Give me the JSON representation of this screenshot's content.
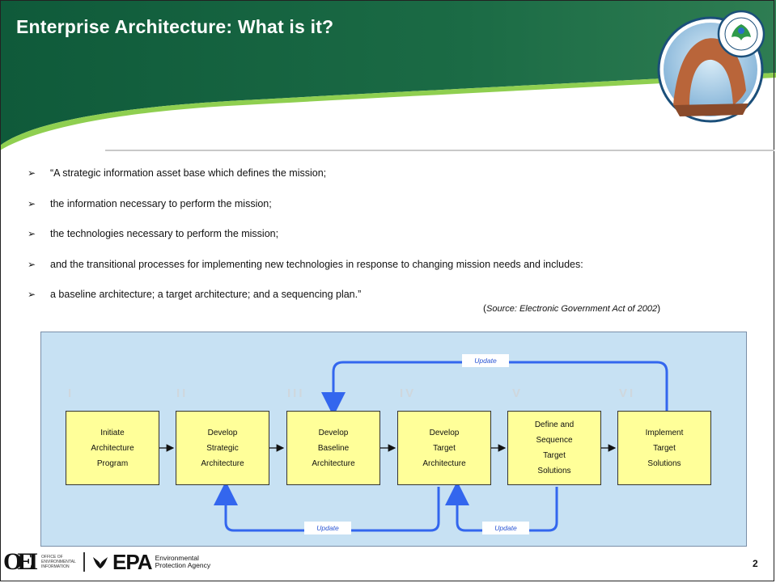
{
  "slide": {
    "title": "Enterprise Architecture: What is it?",
    "page_number": "2"
  },
  "bullets": [
    "“A strategic information asset base which defines the mission;",
    "the information necessary to perform the mission;",
    "the technologies necessary to perform the mission;",
    "and the transitional processes for implementing new technologies in response to changing mission needs and includes:",
    "a baseline architecture; a target architecture; and a sequencing plan.”"
  ],
  "bullet_glyph": "➢",
  "source": {
    "open": "(",
    "text": "Source:  Electronic Government Act of 2002",
    "close": ")"
  },
  "diagram": {
    "phases": [
      {
        "numeral": "I",
        "label": "Initiate\nArchitecture\nProgram"
      },
      {
        "numeral": "II",
        "label": "Develop\nStrategic\nArchitecture"
      },
      {
        "numeral": "III",
        "label": "Develop\nBaseline\nArchitecture"
      },
      {
        "numeral": "IV",
        "label": "Develop\nTarget\nArchitecture"
      },
      {
        "numeral": "V",
        "label": "Define and\nSequence\nTarget\nSolutions"
      },
      {
        "numeral": "VI",
        "label": "Implement\nTarget\nSolutions"
      }
    ],
    "update_label": "Update",
    "colors": {
      "panel": "#c7e1f3",
      "box": "#ffff99",
      "update_arrow": "#3366ee"
    }
  },
  "footer": {
    "oei_mark": "OEI",
    "oei_text": "OFFICE OF ENVIRONMENTAL INFORMATION",
    "epa_mark": "EPA",
    "epa_text": "Environmental Protection Agency"
  },
  "colors": {
    "header_band": "#14603e",
    "accent_line": "#8fcf50"
  }
}
